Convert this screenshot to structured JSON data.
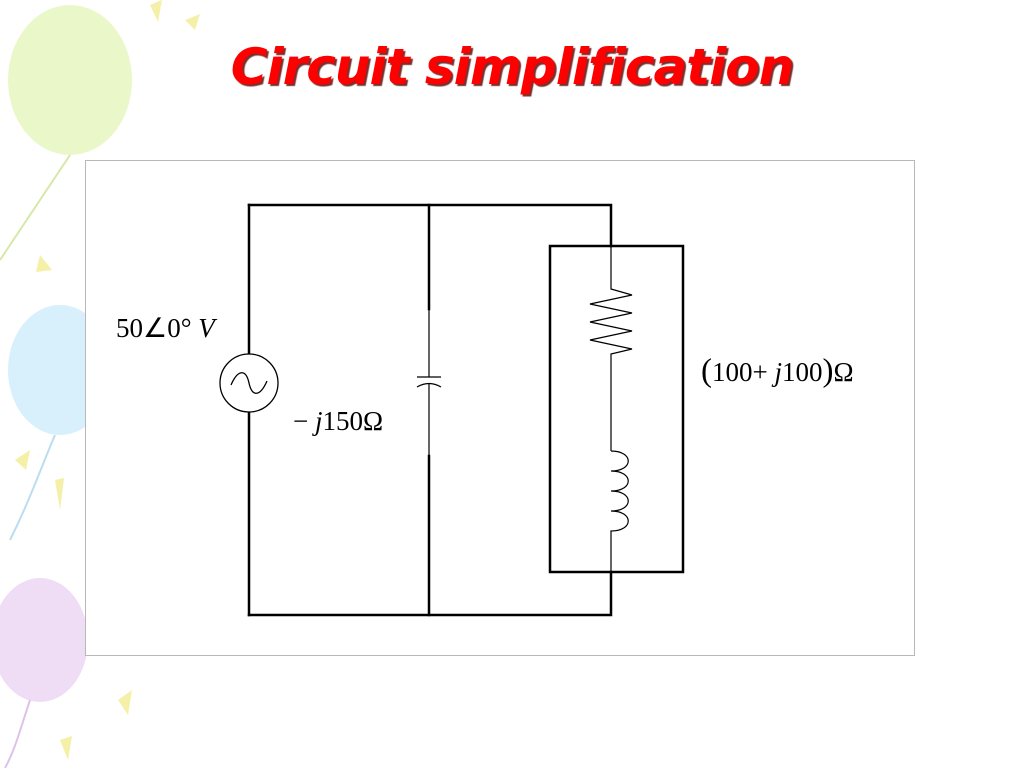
{
  "slide": {
    "title": "Circuit simplification"
  },
  "decor": {
    "balloon_colors": [
      "#eaf7c9",
      "#d8f0fb",
      "#efdcf5"
    ],
    "confetti_color": "#f5f0a8",
    "icons": [
      "balloon-icon",
      "balloon-icon",
      "balloon-icon"
    ]
  },
  "circuit": {
    "source": {
      "magnitude": "50",
      "angle_symbol": "∠",
      "angle": "0°",
      "unit": "V"
    },
    "capacitor": {
      "sign": "− ",
      "j": "j",
      "value": "150Ω"
    },
    "load": {
      "open_paren": "(",
      "real": "100+ ",
      "j": "j",
      "imag": "100",
      "close_paren": ")",
      "unit": "Ω"
    }
  }
}
